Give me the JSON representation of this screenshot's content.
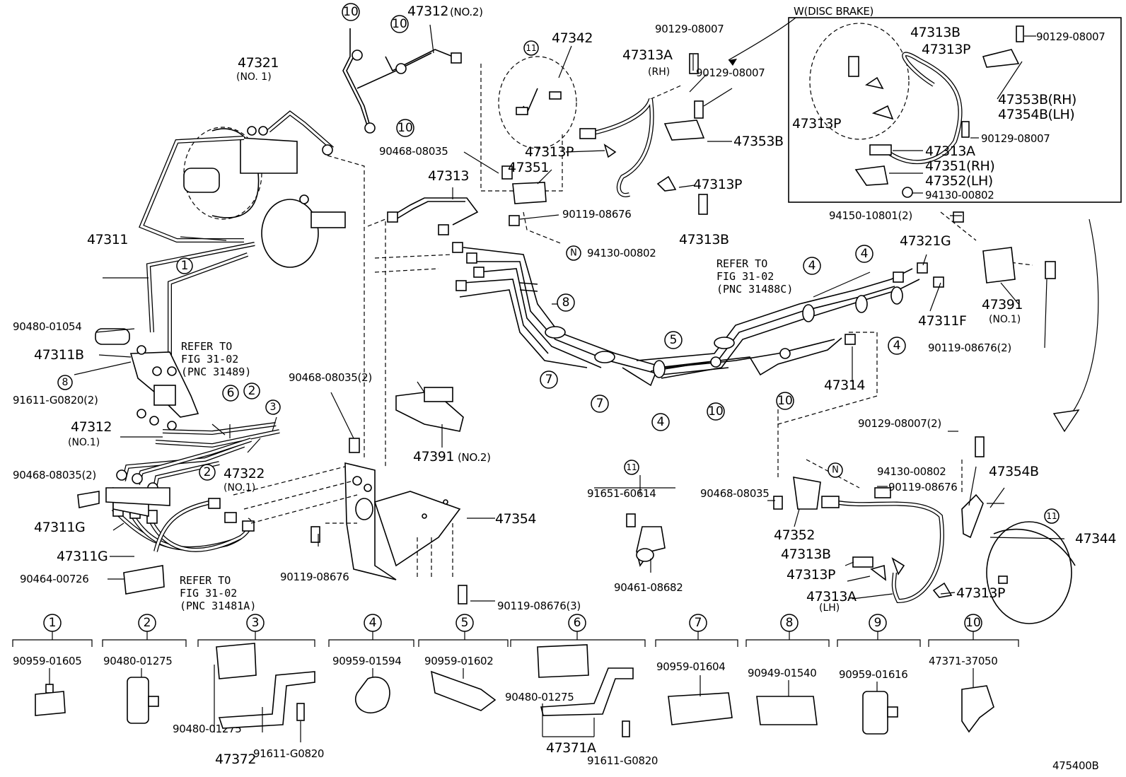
{
  "labels": {
    "p47312_no2": "47312",
    "p47312_no2_sub": "(NO.2)",
    "p47342": "47342",
    "p90129_08007_a": "90129-08007",
    "p47313A_rh": "47313A",
    "p47313A_rh_sub": "(RH)",
    "p90129_08007_b": "90129-08007",
    "p47321": "47321",
    "p47321_sub": "(NO. 1)",
    "p90468_08035_a": "90468-08035",
    "p47313P_a": "47313P",
    "p47351": "47351",
    "p47353B": "47353B",
    "p47313": "47313",
    "p47313P_b": "47313P",
    "p90119_08676_a": "90119-08676",
    "p47313B_a": "47313B",
    "p94130_00802_a": "94130-00802",
    "p47311": "47311",
    "p94150_10801": "94150-10801(2)",
    "p47321G": "47321G",
    "refer1": "REFER TO",
    "refer1_fig": "FIG 31-02",
    "refer1_pnc": "(PNC 31488C)",
    "p90480_01054": "90480-01054",
    "p47391_no1": "47391",
    "p47391_no1_sub": "(NO.1)",
    "p47311F": "47311F",
    "p90119_08676_2": "90119-08676(2)",
    "p47311B": "47311B",
    "refer2": "REFER TO",
    "refer2_fig": "FIG 31-02",
    "refer2_pnc": "(PNC 31489)",
    "p91611_G0820_2": "91611-G0820(2)",
    "p90468_08035_2a": "90468-08035(2)",
    "p47314": "47314",
    "p47312_no1": "47312",
    "p47312_no1_sub": "(NO.1)",
    "p47322": "47322",
    "p47322_sub": "(NO.1)",
    "p90468_08035_2b": "90468-08035(2)",
    "p47391_no2": "47391",
    "p47391_no2_sub": "(NO.2)",
    "p90129_08007_2": "90129-08007(2)",
    "p94130_00802_b": "94130-00802",
    "p91651_60614": "91651-60614",
    "p90468_08035_b": "90468-08035",
    "p90119_08676_b": "90119-08676",
    "p47354B": "47354B",
    "p47311G_a": "47311G",
    "p47354": "47354",
    "p47352": "47352",
    "p47344": "47344",
    "p47311G_b": "47311G",
    "p47313B_b": "47313B",
    "p90464_00726": "90464-00726",
    "refer3": "REFER TO",
    "refer3_fig": "FIG 31-02",
    "refer3_pnc": "(PNC 31481A)",
    "p90119_08676_c": "90119-08676",
    "p90461_08682": "90461-08682",
    "p47313P_c": "47313P",
    "p47313A_lh": "47313A",
    "p47313A_lh_sub": "(LH)",
    "p47313P_d": "47313P",
    "p90119_08676_3": "90119-08676(3)"
  },
  "inset": {
    "title": "W(DISC BRAKE)",
    "p47313B": "47313B",
    "p47313P_a": "47313P",
    "p90129_08007_a": "90129-08007",
    "p47353B_rh": "47353B(RH)",
    "p47354B_lh": "47354B(LH)",
    "p47313P_b": "47313P",
    "p90129_08007_b": "90129-08007",
    "p47313A": "47313A",
    "p47351_rh": "47351(RH)",
    "p47352_lh": "47352(LH)",
    "p94130_00802": "94130-00802"
  },
  "callouts": {
    "c1": "1",
    "c2": "2",
    "c3": "3",
    "c4": "4",
    "c5": "5",
    "c6": "6",
    "c7": "7",
    "c8": "8",
    "c10": "10",
    "c11": "11",
    "cN": "N"
  },
  "legend": [
    {
      "num": "1",
      "part": "90959-01605"
    },
    {
      "num": "2",
      "part": "90480-01275"
    },
    {
      "num": "3",
      "part": "90480-01275",
      "part2": "47372",
      "part3": "91611-G0820"
    },
    {
      "num": "4",
      "part": "90959-01594"
    },
    {
      "num": "5",
      "part": "90959-01602"
    },
    {
      "num": "6",
      "part": "90480-01275",
      "part2": "47371A",
      "part3": "91611-G0820"
    },
    {
      "num": "7",
      "part": "90959-01604"
    },
    {
      "num": "8",
      "part": "90949-01540"
    },
    {
      "num": "9",
      "part": "90959-01616"
    },
    {
      "num": "10",
      "part": "47371-37050"
    }
  ],
  "illustration_code": "475400B"
}
